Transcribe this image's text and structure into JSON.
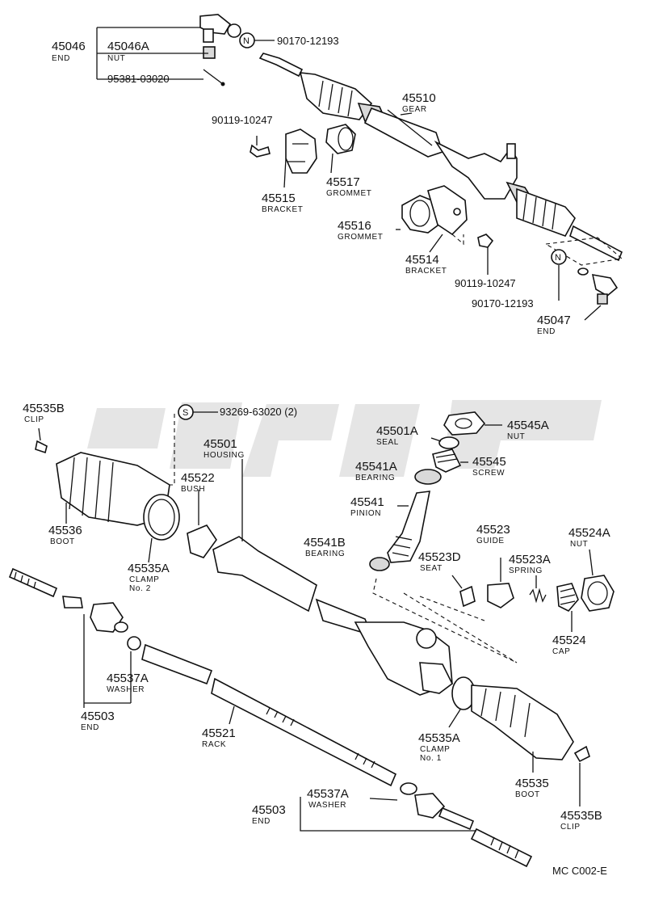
{
  "diagram_code": "MC  C002-E",
  "markers": {
    "n": "N",
    "s": "S"
  },
  "upper": {
    "p45046": {
      "number": "45046",
      "name": "END"
    },
    "p45046A": {
      "number": "45046A",
      "name": "NUT"
    },
    "p95381": {
      "number": "95381-03020"
    },
    "p90170a": {
      "number": "90170-12193"
    },
    "p45510": {
      "number": "45510",
      "name": "GEAR"
    },
    "p90119a": {
      "number": "90119-10247"
    },
    "p45517": {
      "number": "45517",
      "name": "GROMMET"
    },
    "p45515": {
      "number": "45515",
      "name": "BRACKET"
    },
    "p45516": {
      "number": "45516",
      "name": "GROMMET"
    },
    "p45514": {
      "number": "45514",
      "name": "BRACKET"
    },
    "p90119b": {
      "number": "90119-10247"
    },
    "p90170b": {
      "number": "90170-12193"
    },
    "p45047": {
      "number": "45047",
      "name": "END"
    }
  },
  "lower": {
    "p45535B_top": {
      "number": "45535B",
      "name": "CLIP"
    },
    "p93269": {
      "number": "93269-63020 (2)"
    },
    "p45501": {
      "number": "45501",
      "name": "HOUSING"
    },
    "p45522": {
      "number": "45522",
      "name": "BUSH"
    },
    "p45536": {
      "number": "45536",
      "name": "BOOT"
    },
    "p45535A_2": {
      "number": "45535A",
      "name": "CLAMP",
      "sub": "No. 2"
    },
    "p45501A": {
      "number": "45501A",
      "name": "SEAL"
    },
    "p45545A": {
      "number": "45545A",
      "name": "NUT"
    },
    "p45541A": {
      "number": "45541A",
      "name": "BEARING"
    },
    "p45545": {
      "number": "45545",
      "name": "SCREW"
    },
    "p45541": {
      "number": "45541",
      "name": "PINION"
    },
    "p45541B": {
      "number": "45541B",
      "name": "BEARING"
    },
    "p45523": {
      "number": "45523",
      "name": "GUIDE"
    },
    "p45524A": {
      "number": "45524A",
      "name": "NUT"
    },
    "p45523D": {
      "number": "45523D",
      "name": "SEAT"
    },
    "p45523A": {
      "number": "45523A",
      "name": "SPRING"
    },
    "p45524": {
      "number": "45524",
      "name": "CAP"
    },
    "p45537A_left": {
      "number": "45537A",
      "name": "WASHER"
    },
    "p45503_left": {
      "number": "45503",
      "name": "END"
    },
    "p45521": {
      "number": "45521",
      "name": "RACK"
    },
    "p45535A_1": {
      "number": "45535A",
      "name": "CLAMP",
      "sub": "No. 1"
    },
    "p45535": {
      "number": "45535",
      "name": "BOOT"
    },
    "p45535B_bot": {
      "number": "45535B",
      "name": "CLIP"
    },
    "p45537A_right": {
      "number": "45537A",
      "name": "WASHER"
    },
    "p45503_right": {
      "number": "45503",
      "name": "END"
    }
  }
}
